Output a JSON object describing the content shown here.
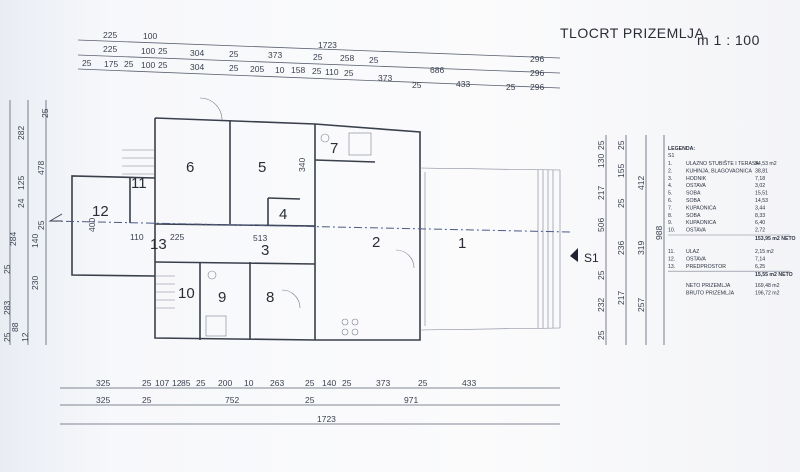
{
  "title": "TLOCRT PRIZEMLJA",
  "scale": "m 1 : 100",
  "section_mark": "S1",
  "top_dims": {
    "row1": [
      "225",
      "100",
      "1723",
      "296"
    ],
    "row2": [
      "225",
      "100",
      "25",
      "304",
      "25",
      "373",
      "25",
      "258",
      "25",
      "296"
    ],
    "row3": [
      "25",
      "175",
      "25",
      "100",
      "25",
      "304",
      "25",
      "205",
      "10",
      "158",
      "25",
      "110",
      "25",
      "373",
      "25",
      "686",
      "433",
      "25",
      "296"
    ]
  },
  "bottom_dims": {
    "row1": [
      "325",
      "25",
      "107",
      "12",
      "85",
      "25",
      "200",
      "10",
      "263",
      "25",
      "140",
      "25",
      "373",
      "25",
      "433"
    ],
    "row2": [
      "325",
      "25",
      "752",
      "25",
      "971"
    ],
    "row3": [
      "1723"
    ]
  },
  "left_dims": [
    "25",
    "282",
    "478",
    "125",
    "24",
    "25",
    "284",
    "140",
    "25",
    "230",
    "283",
    "25",
    "88",
    "12"
  ],
  "right_dims": [
    "25",
    "130",
    "25",
    "217",
    "412",
    "506",
    "155",
    "25",
    "236",
    "319",
    "988",
    "25",
    "217",
    "232",
    "257",
    "25"
  ],
  "rooms": [
    "1",
    "2",
    "3",
    "4",
    "5",
    "6",
    "7",
    "8",
    "9",
    "10",
    "11",
    "12",
    "13"
  ],
  "inner_dims": [
    "110",
    "225",
    "513",
    "400",
    "340"
  ],
  "legend": {
    "heading": "LEGENDA:",
    "group1": "S1",
    "items": [
      {
        "no": "1.",
        "name": "ULAZNO STUBIŠTE I TERASA",
        "area": "54,53 m2"
      },
      {
        "no": "2.",
        "name": "KUHINJA, BLAGOVAONICA",
        "area": "38,81"
      },
      {
        "no": "3.",
        "name": "HODNIK",
        "area": "7,18"
      },
      {
        "no": "4.",
        "name": "OSTAVA",
        "area": "3,02"
      },
      {
        "no": "5.",
        "name": "SOBA",
        "area": "15,51"
      },
      {
        "no": "6.",
        "name": "SOBA",
        "area": "14,53"
      },
      {
        "no": "7.",
        "name": "KUPAONICA",
        "area": "3,44"
      },
      {
        "no": "8.",
        "name": "SOBA",
        "area": "8,33"
      },
      {
        "no": "9.",
        "name": "KUPAONICA",
        "area": "6,40"
      },
      {
        "no": "10.",
        "name": "OSTAVA",
        "area": "2,72"
      }
    ],
    "subtotal1": "153,95 m2 NETO",
    "items2": [
      {
        "no": "11.",
        "name": "ULAZ",
        "area": "2,15 m2"
      },
      {
        "no": "12.",
        "name": "OSTAVA",
        "area": "7,14"
      },
      {
        "no": "13.",
        "name": "PREDPROSTOR",
        "area": "6,25"
      }
    ],
    "subtotal2": "15,55 m2 NETO",
    "neto": {
      "label": "NETO PRIZEMLJA",
      "value": "169,48 m2"
    },
    "bruto": {
      "label": "BRUTO PRIZEMLJA",
      "value": "196,72 m2"
    }
  }
}
